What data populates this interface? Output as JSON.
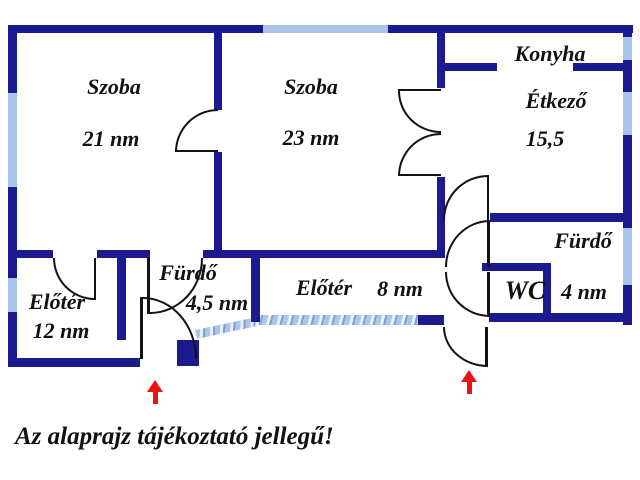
{
  "plan": {
    "rooms": {
      "szoba21": {
        "name": "Szoba",
        "area": "21 nm"
      },
      "szoba23": {
        "name": "Szoba",
        "area": "23 nm"
      },
      "konyha": {
        "name": "Konyha"
      },
      "etkezo": {
        "name": "Étkező",
        "area": "15,5"
      },
      "furdo_right": {
        "name": "Fürdő",
        "area": "4 nm"
      },
      "wc": {
        "name": "WC"
      },
      "eloter12": {
        "name": "Előtér",
        "area": "12 nm"
      },
      "furdo45": {
        "name": "Fürdő",
        "area": "4,5 nm"
      },
      "eloter8": {
        "name": "Előtér",
        "area": "8 nm"
      }
    },
    "disclaimer": "Az alaprajz tájékoztató jellegű!",
    "colors": {
      "wall": "#1b1b8f",
      "window": "#a9c6ea",
      "door_stroke": "#131313",
      "entrance_arrow": "#e81414",
      "text": "#121212",
      "background": "#ffffff"
    }
  }
}
